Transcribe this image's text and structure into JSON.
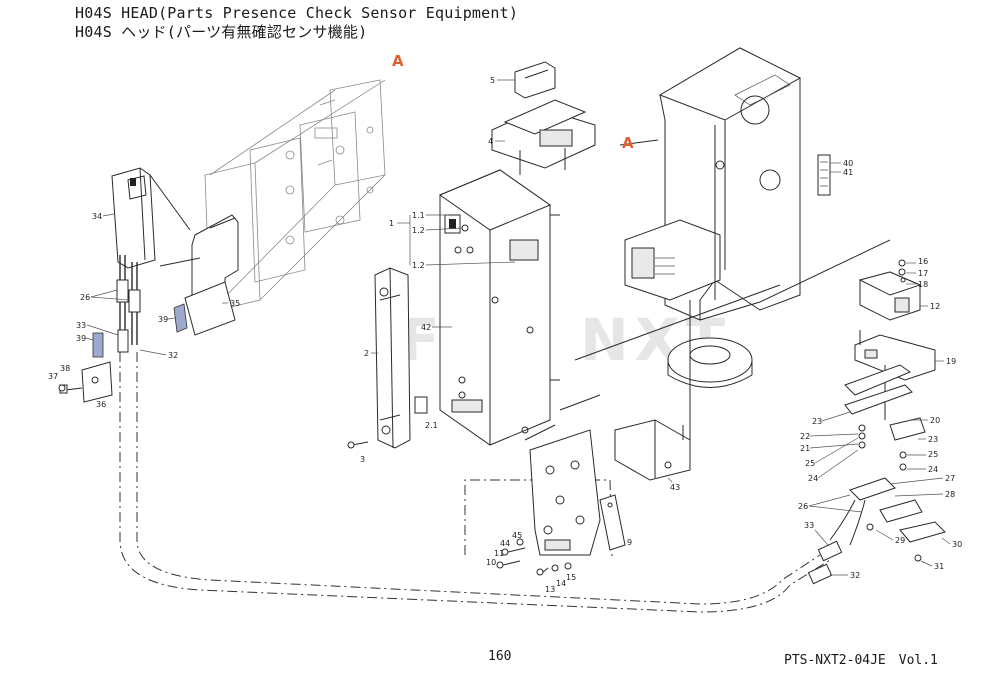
{
  "header": {
    "title_en": "H04S HEAD(Parts Presence Check Sensor Equipment)",
    "title_jp": "H04S ヘッド(パーツ有無確認センサ機能)"
  },
  "footer": {
    "page_number": "160",
    "document_code": "PTS-NXT2-04JE　Vol.1"
  },
  "watermark": "FUJI NXT",
  "reference_marks": {
    "left": "A",
    "right": "A"
  },
  "callouts": {
    "c1": "1",
    "c1_1": "1.1",
    "c1_2a": "1.2",
    "c1_2b": "1.2",
    "c2": "2",
    "c2_1": "2.1",
    "c3": "3",
    "c4": "4",
    "c5": "5",
    "c9": "9",
    "c10": "10",
    "c11": "11",
    "c12": "12",
    "c13": "13",
    "c14": "14",
    "c15": "15",
    "c16": "16",
    "c17": "17",
    "c18": "18",
    "c19": "19",
    "c20": "20",
    "c21": "21",
    "c22": "22",
    "c23a": "23",
    "c23b": "23",
    "c24a": "24",
    "c24b": "24",
    "c25a": "25",
    "c25b": "25",
    "c26a": "26",
    "c26b": "26",
    "c27": "27",
    "c28": "28",
    "c29": "29",
    "c30": "30",
    "c31": "31",
    "c32a": "32",
    "c32b": "32",
    "c33a": "33",
    "c33b": "33",
    "c34": "34",
    "c35": "35",
    "c36": "36",
    "c37": "37",
    "c38": "38",
    "c39a": "39",
    "c39b": "39",
    "c40": "40",
    "c41": "41",
    "c42": "42",
    "c43": "43",
    "c44": "44",
    "c45": "45"
  },
  "colors": {
    "reference": "#e06030",
    "sensor_pad": "#9da9cf"
  }
}
